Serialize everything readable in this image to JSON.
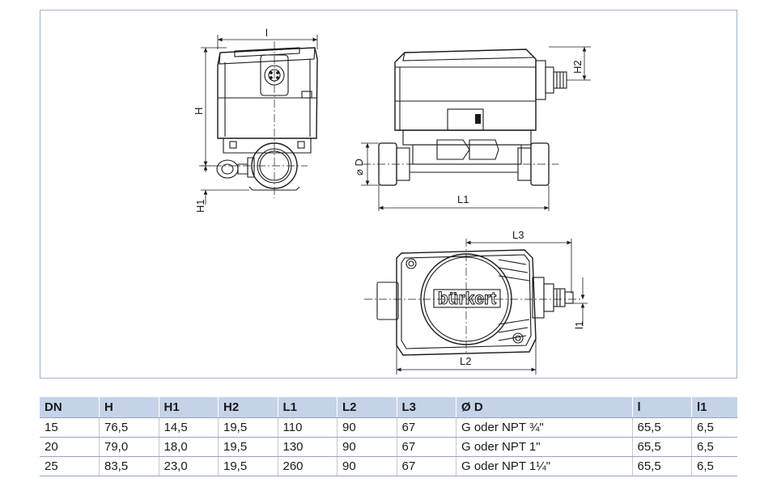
{
  "drawing": {
    "labels": {
      "l": "l",
      "h": "H",
      "h1": "H1",
      "h2": "H2",
      "d": "⌀ D",
      "l1": "L1",
      "l2": "L2",
      "l3": "L3",
      "l1_small": "l1",
      "logo": "bürkert"
    }
  },
  "table": {
    "headers": [
      "DN",
      "H",
      "H1",
      "H2",
      "L1",
      "L2",
      "L3",
      "Ø D",
      "l",
      "l1"
    ],
    "rows": [
      [
        "15",
        "76,5",
        "14,5",
        "19,5",
        "110",
        "90",
        "67",
        "G oder NPT ¾\"",
        "65,5",
        "6,5"
      ],
      [
        "20",
        "79,0",
        "18,0",
        "19,5",
        "130",
        "90",
        "67",
        "G oder NPT 1\"",
        "65,5",
        "6,5"
      ],
      [
        "25",
        "83,5",
        "23,0",
        "19,5",
        "260",
        "90",
        "67",
        "G oder NPT 1¼\"",
        "65,5",
        "6,5"
      ]
    ]
  },
  "colors": {
    "frame_border": "#9db3cf",
    "header_bg": "#c5d3e8",
    "outline": "#1a1a1a"
  }
}
